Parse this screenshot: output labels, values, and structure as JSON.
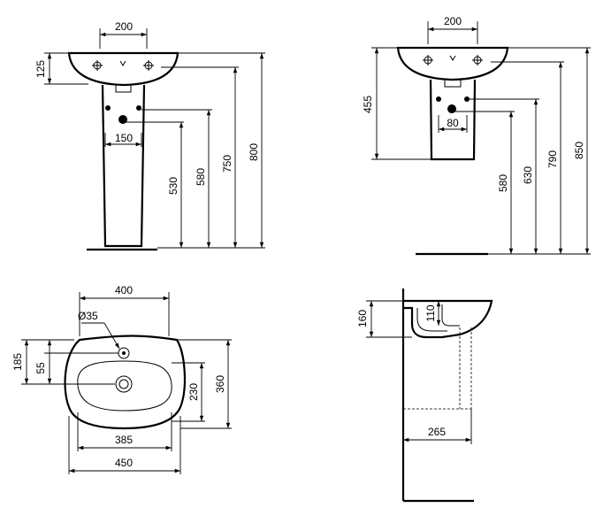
{
  "views": {
    "pedestal_front": {
      "dims": {
        "tap_spacing": "200",
        "basin_depth": "125",
        "waste_spacing": "150",
        "h530": "530",
        "h580": "580",
        "h750": "750",
        "h800": "800"
      }
    },
    "semi_pedestal_front": {
      "dims": {
        "tap_spacing": "200",
        "h455": "455",
        "waste_spacing": "80",
        "h580": "580",
        "h630": "630",
        "h790": "790",
        "h850": "850"
      }
    },
    "plan": {
      "dims": {
        "width_top": "400",
        "tap_hole": "Ø35",
        "d185": "185",
        "d55": "55",
        "d230": "230",
        "d360": "360",
        "w385": "385",
        "w450": "450"
      }
    },
    "side": {
      "dims": {
        "h160": "160",
        "h110": "110",
        "w265": "265"
      }
    }
  }
}
